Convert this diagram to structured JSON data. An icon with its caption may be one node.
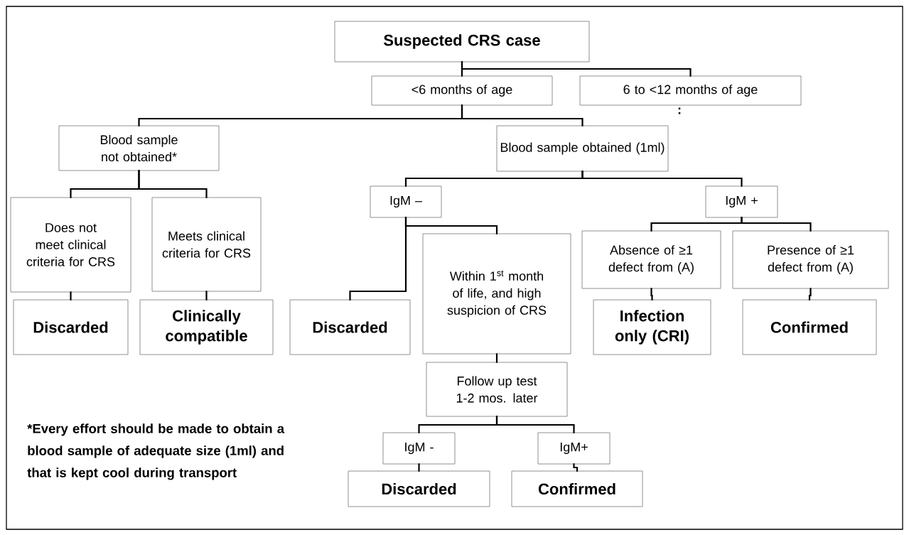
{
  "diagram": {
    "nodes": [
      {
        "text": [
          "Suspected CRS case"
        ]
      },
      {
        "text": [
          "<6 months of age"
        ]
      },
      {
        "text": [
          "6 to <12 months of age"
        ]
      },
      {
        "text": [
          "Blood sample not obtained*"
        ]
      },
      {
        "text": [
          "Blood sample obtained (1ml)"
        ]
      },
      {
        "text": [
          "IgM –"
        ]
      },
      {
        "text": [
          "IgM +"
        ]
      },
      {
        "text": [
          "Does not meet clinical criteria for CRS"
        ]
      },
      {
        "text": [
          "Meets clinical criteria for CRS"
        ]
      },
      {
        "text": [
          "Within 1$^{st}$ month of life, and high suspicion of CRS"
        ]
      },
      {
        "text": [
          "Absence of ≥1 defect from (A)"
        ]
      },
      {
        "text": [
          "Presence of ≥1 defect from (A)"
        ]
      },
      {
        "text": [
          "Discarded"
        ]
      },
      {
        "text": [
          "Clinically compatible"
        ]
      },
      {
        "text": [
          "Discarded"
        ]
      },
      {
        "text": [
          "Infection only (CRI)"
        ]
      },
      {
        "text": [
          "Confirmed"
        ]
      },
      {
        "text": [
          "Follow up test 1-2 mos. later"
        ]
      },
      {
        "text": [
          "IgM -"
        ]
      },
      {
        "text": [
          "IgM+"
        ]
      },
      {
        "text": [
          "Discarded"
        ]
      },
      {
        "text": [
          "Confirmed"
        ]
      }
    ],
    "edges": [
      {
        "from": 0,
        "to": 1,
        "arrow": "none"
      },
      {
        "from": 0,
        "to": 2,
        "arrow": "none"
      },
      {
        "from": 1,
        "to": 3,
        "arrow": "none"
      },
      {
        "from": 1,
        "to": 4,
        "arrow": "none"
      },
      {
        "from": 3,
        "to": 7,
        "arrow": "none"
      },
      {
        "from": 3,
        "to": 8,
        "arrow": "none"
      },
      {
        "from": 4,
        "to": 5,
        "arrow": "none"
      },
      {
        "from": 4,
        "to": 6,
        "arrow": "none"
      },
      {
        "from": 5,
        "to": 14,
        "arrow": "none"
      },
      {
        "from": 5,
        "to": 9,
        "arrow": "none"
      },
      {
        "from": 6,
        "to": 10,
        "arrow": "none"
      },
      {
        "from": 6,
        "to": 11,
        "arrow": "none"
      },
      {
        "from": 7,
        "to": 12,
        "arrow": "none"
      },
      {
        "from": 8,
        "to": 13,
        "arrow": "none"
      },
      {
        "from": 10,
        "to": 15,
        "arrow": "none"
      },
      {
        "from": 11,
        "to": 16,
        "arrow": "none"
      },
      {
        "from": 9,
        "to": 17,
        "arrow": "none"
      },
      {
        "from": 17,
        "to": 18,
        "arrow": "none"
      },
      {
        "from": 17,
        "to": 19,
        "arrow": "none"
      },
      {
        "from": 18,
        "to": 20,
        "arrow": "none"
      },
      {
        "from": 19,
        "to": 21,
        "arrow": "none"
      }
    ],
    "labels": [
      ":",
      "*Every effort should be made to obtain a blood sample of adequate size (1ml) and that is kept cool during transport"
    ]
  }
}
